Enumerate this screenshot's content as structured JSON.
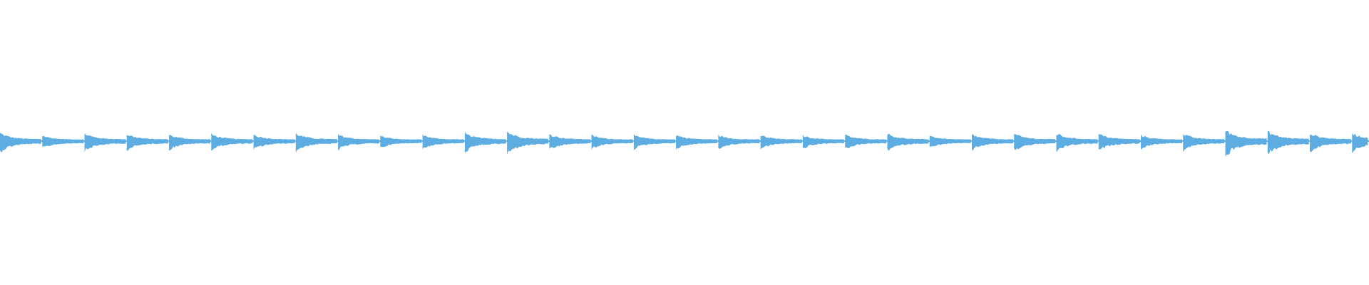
{
  "waveform": {
    "color": "#5DADE2",
    "onset_count": 32,
    "onset_amplitudes": [
      0.8,
      0.52,
      0.75,
      0.68,
      0.62,
      0.68,
      0.62,
      0.75,
      0.62,
      0.48,
      0.56,
      0.8,
      0.98,
      0.68,
      0.56,
      0.56,
      0.59,
      0.56,
      0.56,
      0.54,
      0.59,
      0.72,
      0.5,
      0.62,
      0.72,
      0.75,
      0.72,
      0.56,
      0.68,
      1.15,
      1.0,
      0.8
    ]
  }
}
